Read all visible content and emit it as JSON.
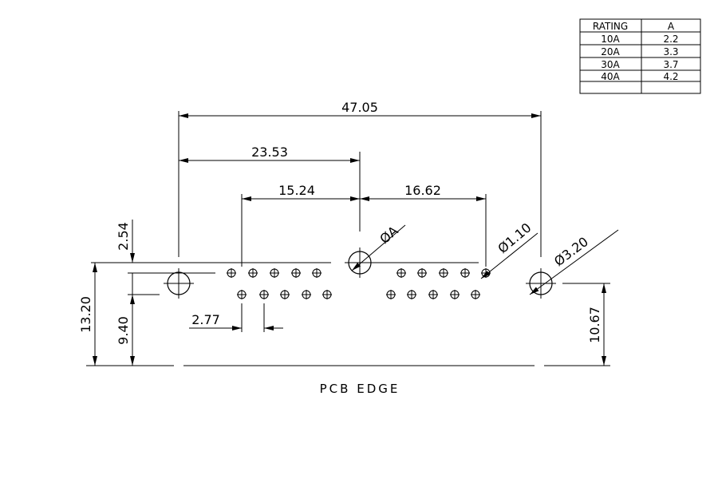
{
  "rating_table": {
    "headers": [
      "RATING",
      "A"
    ],
    "rows": [
      [
        "10A",
        "2.2"
      ],
      [
        "20A",
        "3.3"
      ],
      [
        "30A",
        "3.7"
      ],
      [
        "40A",
        "4.2"
      ]
    ]
  },
  "dimensions": {
    "overall": "47.05",
    "to_center": "23.53",
    "left_pins": "15.24",
    "right_pins": "16.62",
    "pitch_vertical": "2.54",
    "total_height": "13.20",
    "row_height": "9.40",
    "pitch_horizontal": "2.77",
    "right_height": "10.67"
  },
  "callouts": {
    "center_hole": "ØA",
    "pin_hole": "Ø1.10",
    "mount_hole": "Ø3.20"
  },
  "labels": {
    "pcb_edge": "PCB  EDGE"
  },
  "colors": {
    "ink": "#000000",
    "background": "#ffffff"
  }
}
